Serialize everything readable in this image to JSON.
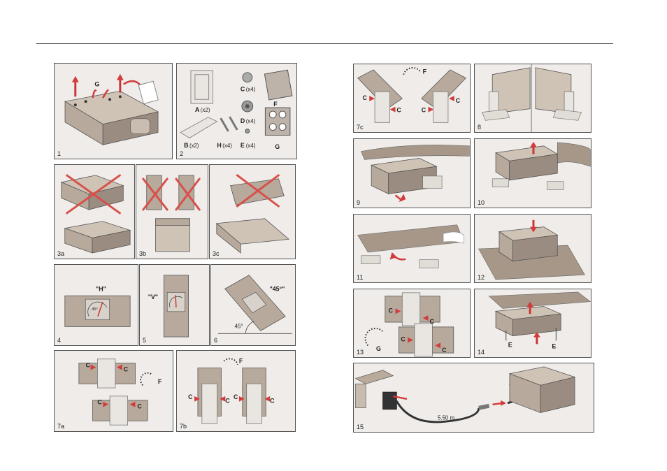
{
  "panels": {
    "p1": {
      "number": "1",
      "label_g": "G"
    },
    "p2": {
      "number": "2",
      "a": "A",
      "a_qty": "(x2)",
      "b": "B",
      "b_qty": "(x2)",
      "c": "C",
      "c_qty": "(x4)",
      "d": "D",
      "d_qty": "(x4)",
      "e": "E",
      "e_qty": "(x4)",
      "f": "F",
      "g": "G",
      "h": "H",
      "h_qty": "(x4)"
    },
    "p3a": {
      "number": "3a"
    },
    "p3b": {
      "number": "3b"
    },
    "p3c": {
      "number": "3c"
    },
    "p4": {
      "number": "4",
      "mark": "\"H\"",
      "angle": "45°"
    },
    "p5": {
      "number": "5",
      "mark": "\"V\""
    },
    "p6": {
      "number": "6",
      "mark": "\"45°\"",
      "angle": "45°"
    },
    "p7a": {
      "number": "7a",
      "c": "C",
      "f": "F"
    },
    "p7b": {
      "number": "7b",
      "c": "C",
      "f": "F"
    },
    "p7c": {
      "number": "7c",
      "c": "C",
      "f": "F"
    },
    "p8": {
      "number": "8"
    },
    "p9": {
      "number": "9"
    },
    "p10": {
      "number": "10"
    },
    "p11": {
      "number": "11"
    },
    "p12": {
      "number": "12"
    },
    "p13": {
      "number": "13",
      "c": "C",
      "g": "G"
    },
    "p14": {
      "number": "14",
      "e": "E"
    },
    "p15": {
      "number": "15",
      "cable_length": "5.50 m"
    }
  }
}
